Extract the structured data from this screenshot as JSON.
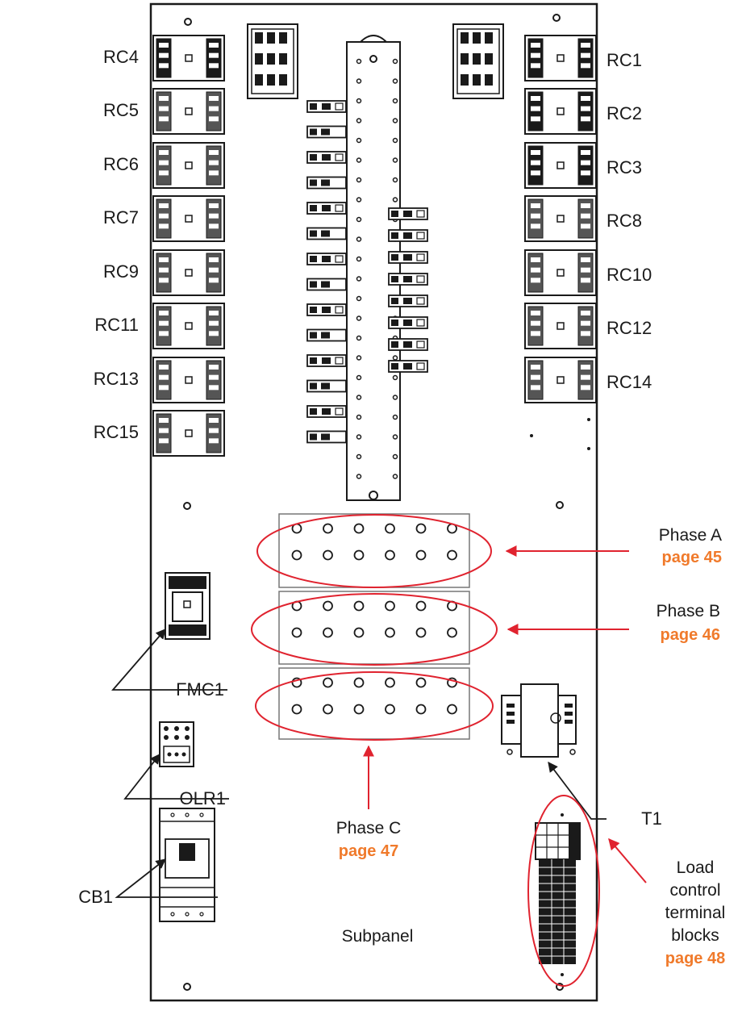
{
  "relay_labels_left": [
    "RC4",
    "RC5",
    "RC6",
    "RC7",
    "RC9",
    "RC11",
    "RC13",
    "RC15"
  ],
  "relay_labels_right": [
    "RC1",
    "RC2",
    "RC3",
    "RC8",
    "RC10",
    "RC12",
    "RC14"
  ],
  "components": {
    "fmc1": "FMC1",
    "olr1": "OLR1",
    "cb1": "CB1",
    "t1": "T1"
  },
  "subpanel_label": "Subpanel",
  "callouts": {
    "phase_a": {
      "label": "Phase A",
      "page": "page 45"
    },
    "phase_b": {
      "label": "Phase B",
      "page": "page 46"
    },
    "phase_c": {
      "label": "Phase C",
      "page": "page 47"
    },
    "terminal_blocks": {
      "lines": [
        "Load",
        "control",
        "terminal",
        "blocks"
      ],
      "page": "page 48"
    }
  },
  "colors": {
    "callout": "#e0232f",
    "page_ref": "#f07a2b",
    "line": "#1a1a1a"
  }
}
